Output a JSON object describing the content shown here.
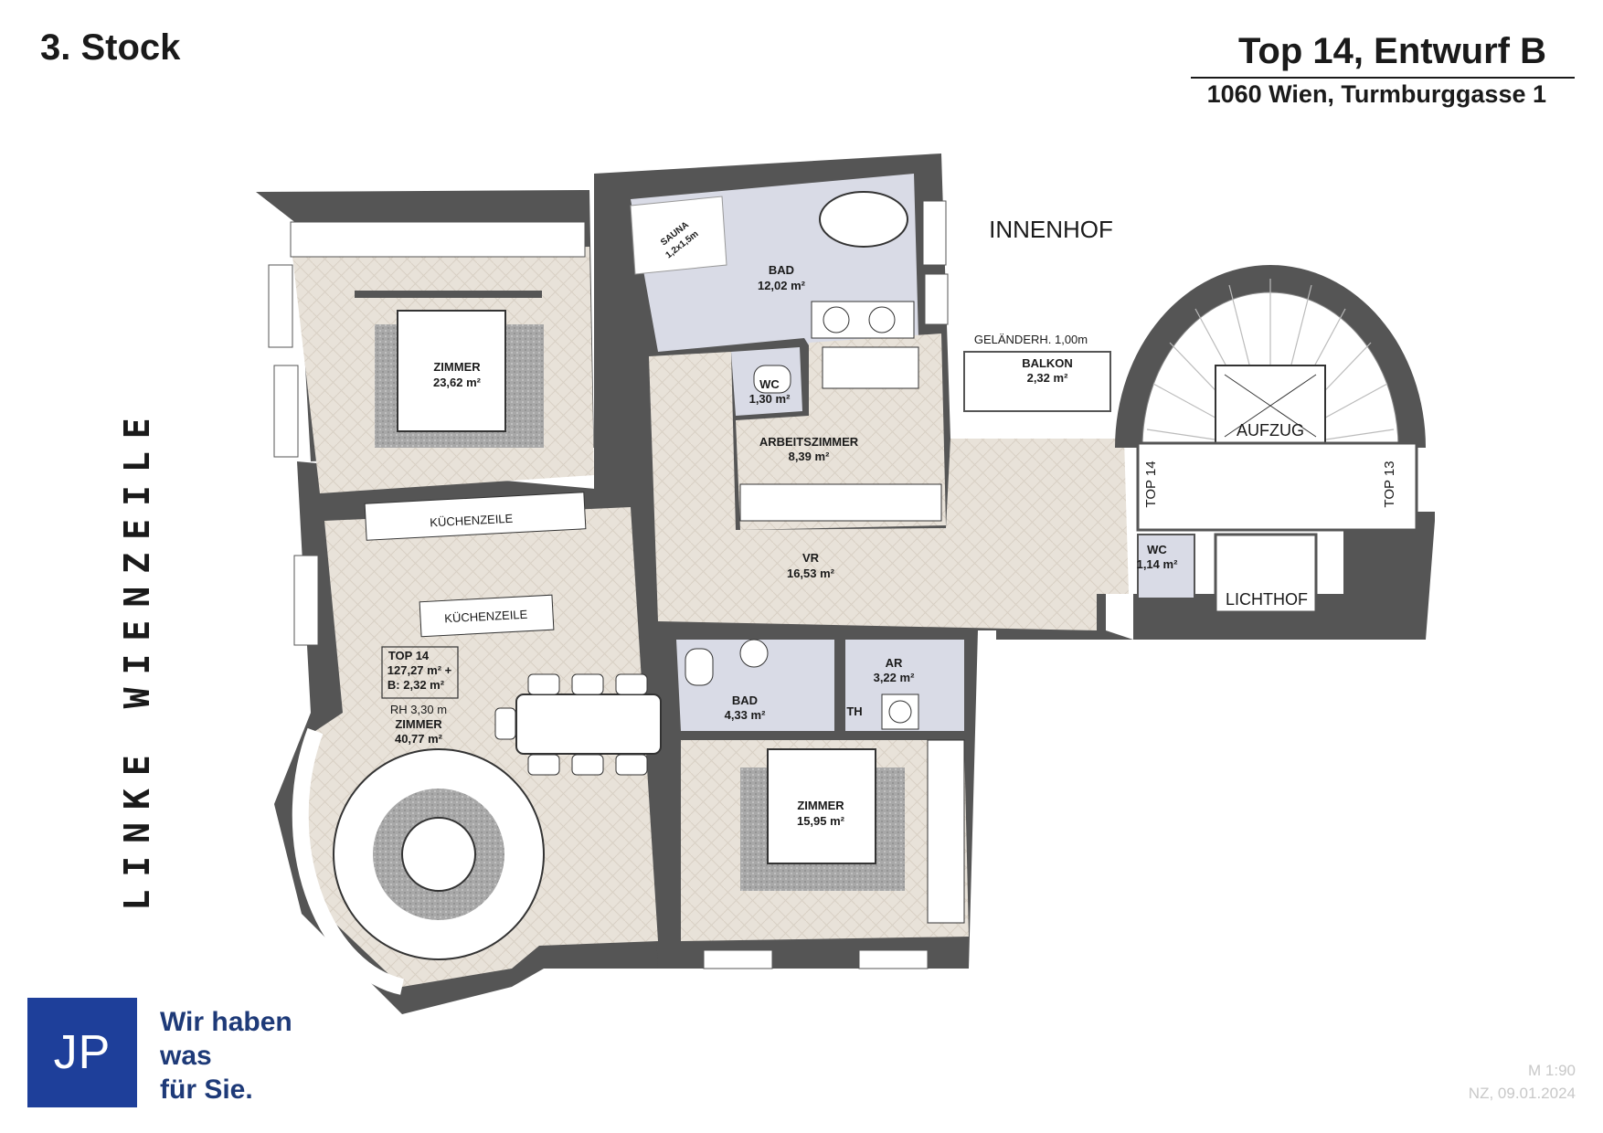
{
  "header": {
    "floor": "3. Stock",
    "title": "Top 14, Entwurf B",
    "address": "1060 Wien, Turmburggasse 1"
  },
  "street_name": "LINKE WIENZEILE",
  "plan": {
    "innenhof": "INNENHOF",
    "gelaender": "GELÄNDERH. 1,00m",
    "balkon": {
      "name": "BALKON",
      "area": "2,32 m²"
    },
    "bad_main": {
      "name": "BAD",
      "area": "12,02 m²"
    },
    "sauna": {
      "name": "SAUNA",
      "size": "1,2x1,5m"
    },
    "zimmer_1": {
      "name": "ZIMMER",
      "area": "23,62 m²"
    },
    "wc_1": {
      "name": "WC",
      "area": "1,30 m²"
    },
    "arbeitszimmer": {
      "name": "ARBEITSZIMMER",
      "area": "8,39 m²"
    },
    "kuechenzeile_1": "KÜCHENZEILE",
    "kuechenzeile_2": "KÜCHENZEILE",
    "vr": {
      "name": "VR",
      "area": "16,53 m²"
    },
    "wc_2": {
      "name": "WC",
      "area": "1,14 m²"
    },
    "aufzug": "AUFZUG",
    "top13": "TOP 13",
    "top14_door": "TOP 14",
    "lichthof": "LICHTHOF",
    "top_summary": {
      "line1": "TOP 14",
      "line2": "127,27 m² +",
      "line3": "B: 2,32 m²"
    },
    "zimmer_main": {
      "rh": "RH 3,30 m",
      "name": "ZIMMER",
      "area": "40,77 m²"
    },
    "bad_small": {
      "name": "BAD",
      "area": "4,33 m²"
    },
    "ar": {
      "name": "AR",
      "area": "3,22 m²"
    },
    "th": "TH",
    "zimmer_2": {
      "name": "ZIMMER",
      "area": "15,95 m²"
    }
  },
  "logo": {
    "text": "JP",
    "slogan_1": "Wir haben",
    "slogan_2": "was",
    "slogan_3": "für Sie."
  },
  "footer": {
    "scale": "M 1:90",
    "date": "NZ, 09.01.2024"
  },
  "colors": {
    "wall": "#555555",
    "floor_wood": "#e8e2d9",
    "tile": "#d9dbe6",
    "brand_blue": "#1e3f9a"
  }
}
